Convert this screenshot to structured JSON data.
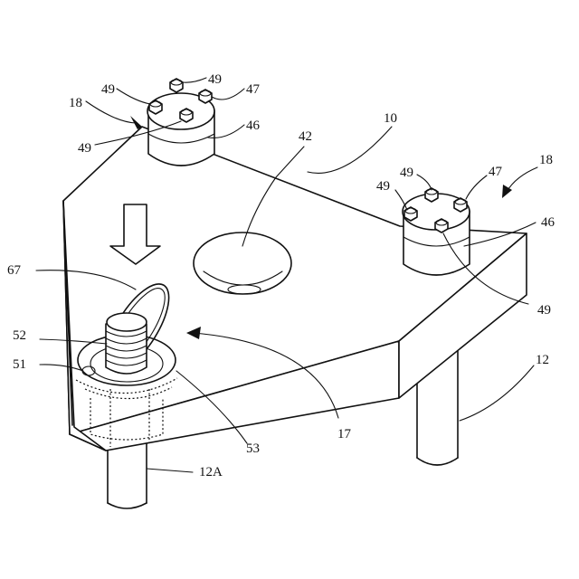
{
  "colors": {
    "ink": "#111111",
    "paper": "#ffffff"
  },
  "labels": {
    "fixture_body": "10",
    "leg": "12",
    "leg_a": "12A",
    "arrow": "17",
    "clamp_unit_left": "18",
    "clamp_unit_right": "18",
    "center_recess": "42",
    "cap_left": "46",
    "cap_right": "46",
    "pad_left": "47",
    "pad_right": "47",
    "bolt_left_top": "49",
    "bolt_left_side": "49",
    "bolt_left_lower": "49",
    "bolt_right_top": "49",
    "bolt_right_side": "49",
    "bolt_right_lower": "49",
    "hole_ring": "51",
    "threaded_post": "52",
    "dotted_sleeve": "53",
    "ring": "67"
  }
}
